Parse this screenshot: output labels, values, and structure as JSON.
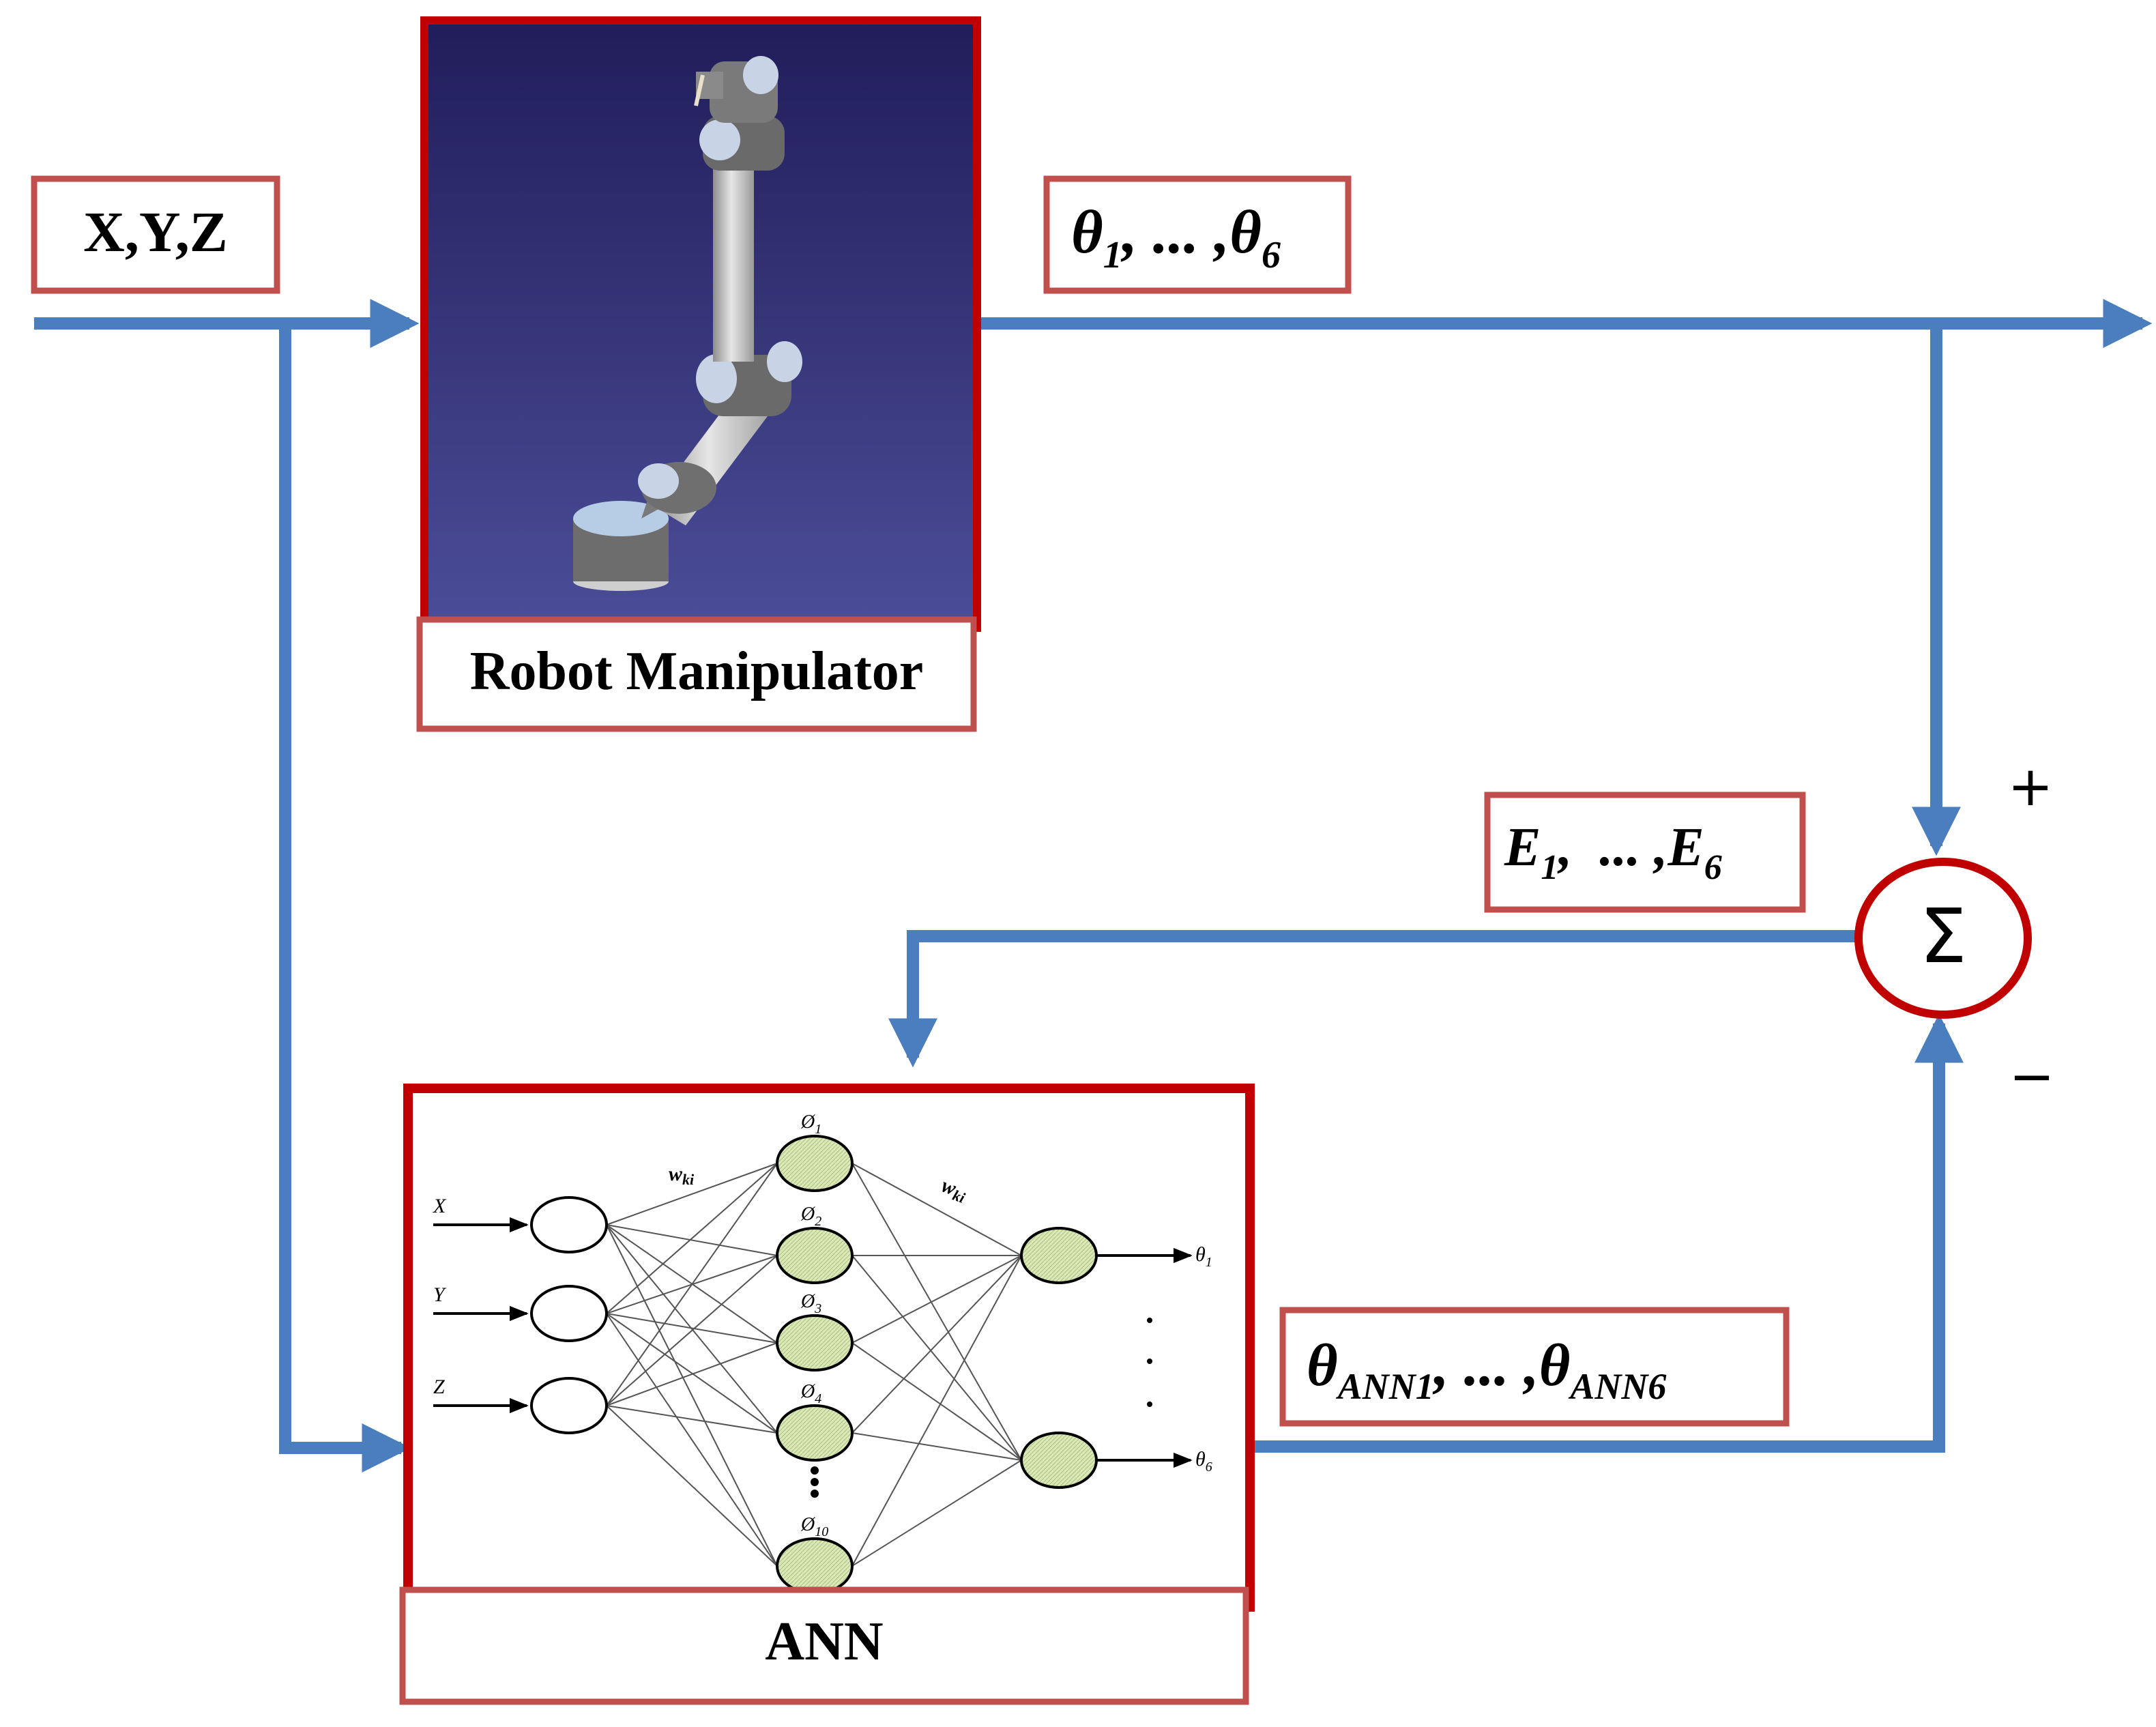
{
  "inputs": {
    "label": "X,Y,Z"
  },
  "robot": {
    "caption": "Robot Manipulator"
  },
  "robot_output": {
    "sym": "θ",
    "first_sub": "1",
    "sep": ", ... ,",
    "last_sub": "6"
  },
  "error": {
    "sym": "E",
    "first_sub": "1",
    "sep": ",  ... ,",
    "last_sub": "6"
  },
  "ann_output": {
    "sym": "θ",
    "first_sub": "ANN1",
    "sep": ", ... ,",
    "last_sub": "ANN6"
  },
  "summer": {
    "symbol": "Σ",
    "plus": "+",
    "minus": "−"
  },
  "ann": {
    "caption": "ANN",
    "inputs": [
      "X",
      "Y",
      "Z"
    ],
    "weight_label": "w",
    "weight_sub": "ki",
    "hidden_sym": "Ø",
    "hidden_subs": [
      "1",
      "2",
      "3",
      "4",
      "10"
    ],
    "out_sym": "θ",
    "out_subs": [
      "1",
      "6"
    ]
  },
  "colors": {
    "arrow": "#4a7ebf",
    "box": "#c0504d",
    "frame": "#c00000",
    "node_fill": "#dbe8b8",
    "robot_bg_top": "#211d5a",
    "robot_bg_bottom": "#4b4d98"
  }
}
